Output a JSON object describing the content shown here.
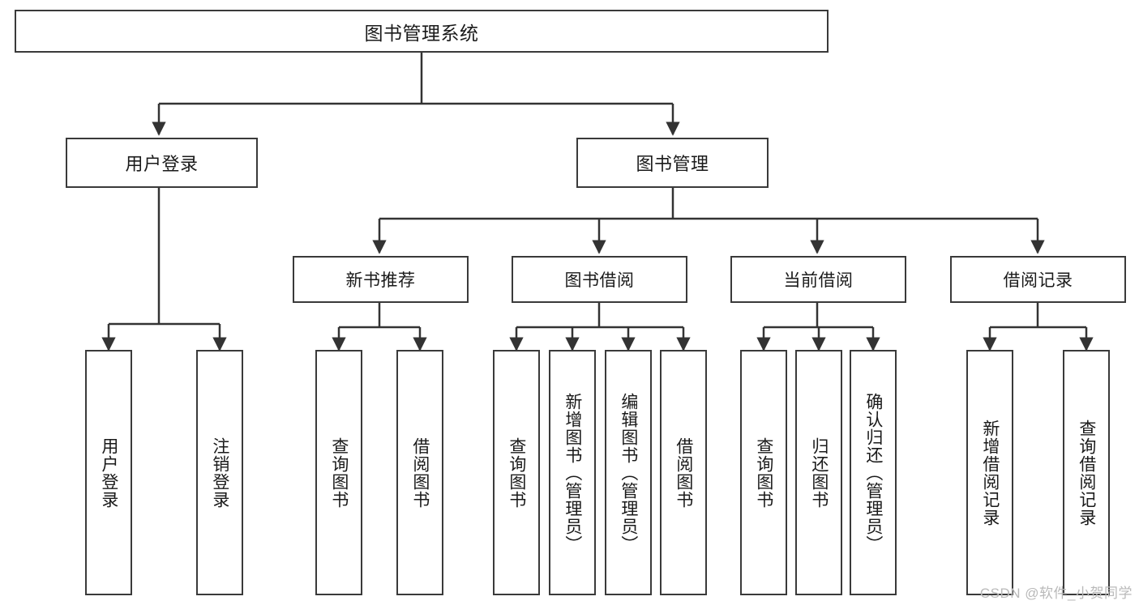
{
  "diagram": {
    "title": "图书管理系统",
    "watermark": "CSDN @软件_小贺同学",
    "colors": {
      "background": "#ffffff",
      "box_border": "#3a3a3a",
      "connector": "#333333",
      "text": "#1a1a1a",
      "watermark": "#b9b9b9"
    },
    "root": {
      "label": "图书管理系统"
    },
    "level2": [
      {
        "label": "用户登录"
      },
      {
        "label": "图书管理"
      }
    ],
    "level3": [
      {
        "label": "新书推荐"
      },
      {
        "label": "图书借阅"
      },
      {
        "label": "当前借阅"
      },
      {
        "label": "借阅记录"
      }
    ],
    "leaves": {
      "user_login": [
        {
          "label": "用户登录"
        },
        {
          "label": "注销登录"
        }
      ],
      "new_book": [
        {
          "label": "查询图书"
        },
        {
          "label": "借阅图书"
        }
      ],
      "book_borrow": [
        {
          "label": "查询图书"
        },
        {
          "label": "新增图书（管理员）"
        },
        {
          "label": "编辑图书（管理员）"
        },
        {
          "label": "借阅图书"
        }
      ],
      "current_borrow": [
        {
          "label": "查询图书"
        },
        {
          "label": "归还图书"
        },
        {
          "label": "确认归还（管理员）"
        }
      ],
      "borrow_record": [
        {
          "label": "新增借阅记录"
        },
        {
          "label": "查询借阅记录"
        }
      ]
    }
  }
}
